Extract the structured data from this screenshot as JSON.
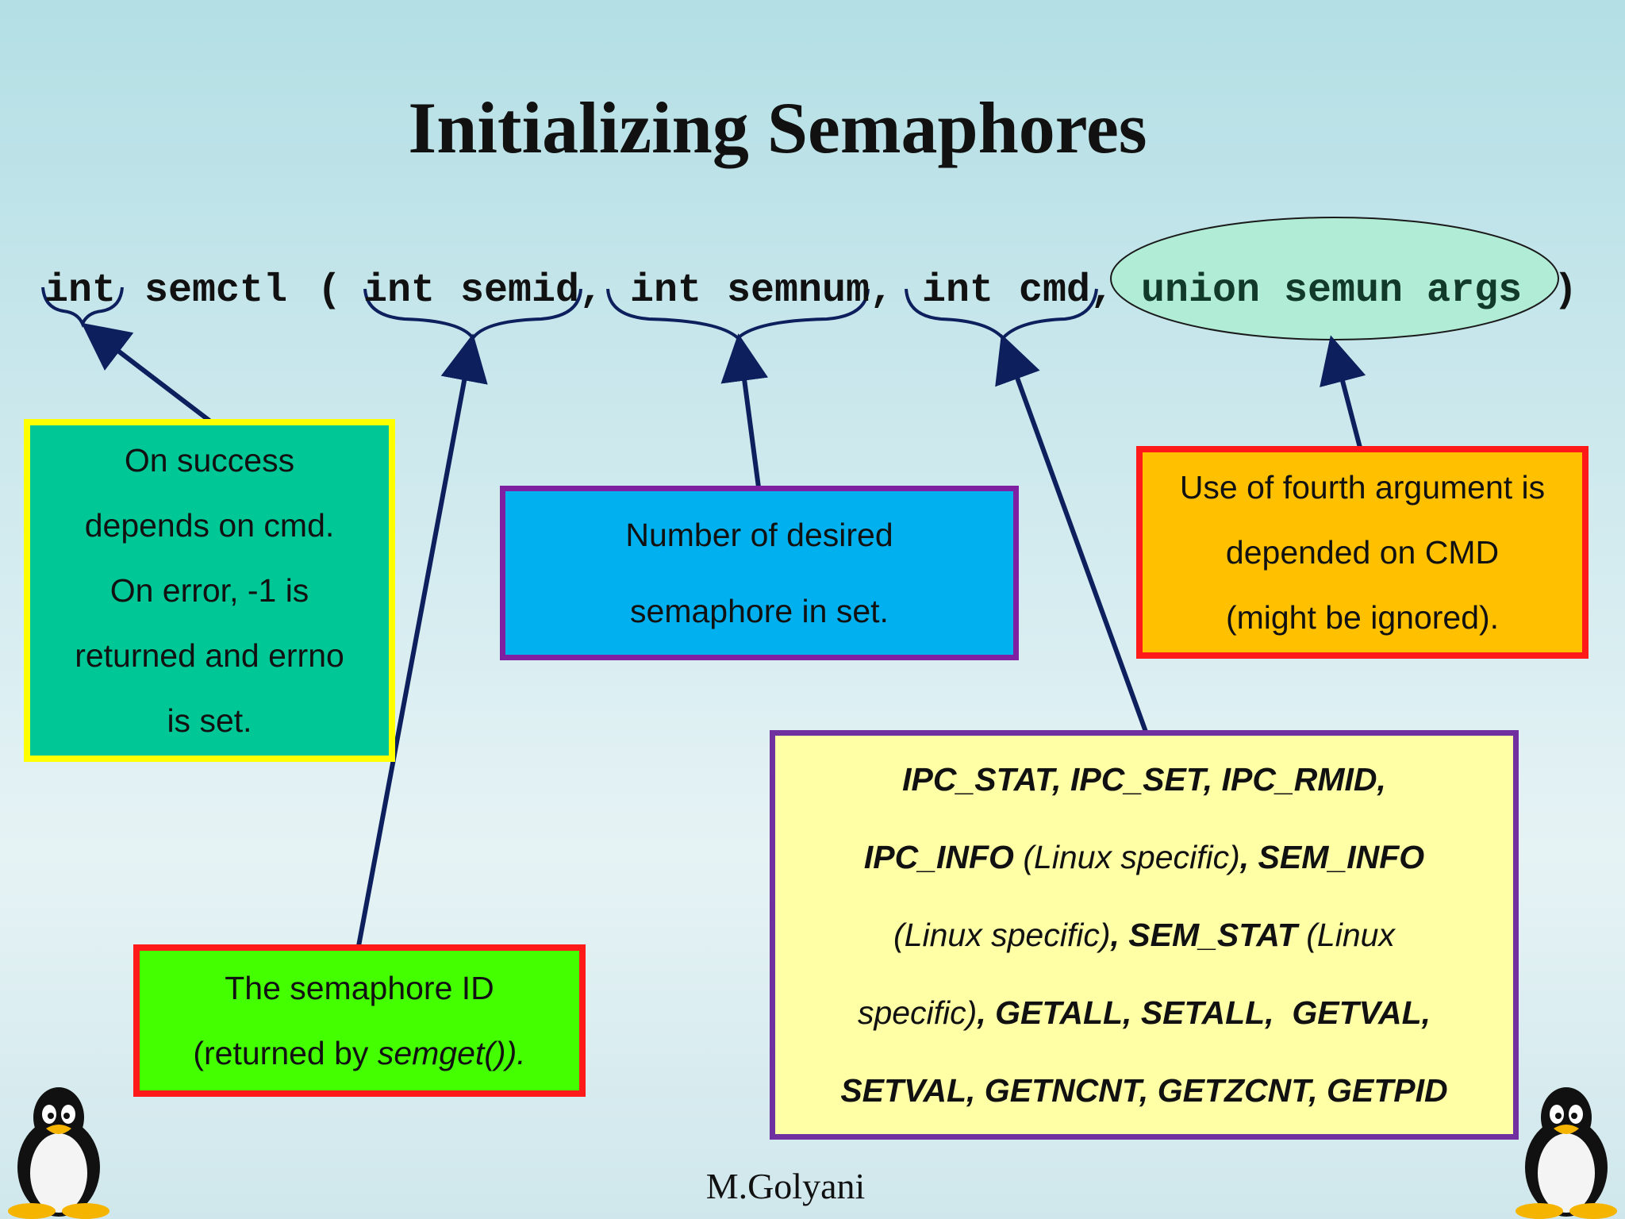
{
  "slide": {
    "title": "Initializing Semaphores",
    "footer": "M.Golyani"
  },
  "signature": {
    "int_ret": "int",
    "fname": "semctl",
    "open_paren": "(",
    "p1_type": "int",
    "p1_name": "semid,",
    "p2_type": "int",
    "p2_name": "semnum,",
    "p3_type": "int",
    "p3_name": "cmd,",
    "p4": "union semun args",
    "close_paren": ")"
  },
  "boxes": {
    "return_value": {
      "lines": [
        "On success",
        "depends on cmd.",
        "On error, -1 is",
        "returned and errno",
        "is set."
      ]
    },
    "semnum": {
      "lines": [
        "Number of desired",
        "semaphore in set."
      ]
    },
    "args": {
      "lines": [
        "Use of fourth argument is",
        "depended on CMD",
        "(might be ignored)."
      ]
    },
    "semid": {
      "line1": "The semaphore ID",
      "line2_prefix": "(returned by ",
      "line2_func": "semget()).",
      "line2_suffix": ""
    },
    "cmd": {
      "l1": "IPC_STAT, IPC_SET, IPC_RMID,",
      "l2_a": "IPC_INFO",
      "l2_b": " (Linux specific)",
      "l2_c": ", SEM_INFO",
      "l3_a": "(Linux specific)",
      "l3_b": ", SEM_STAT",
      "l3_c": " (Linux",
      "l4_a": "specific)",
      "l4_b": ", GETALL, SETALL,  GETVAL,",
      "l5": "SETVAL, GETNCNT, GETZCNT, GETPID"
    }
  },
  "colors": {
    "arrow": "#0d1f5c",
    "ellipse_fill": "#b0ecd6"
  },
  "icons": [
    "penguin-icon-left",
    "penguin-icon-right"
  ]
}
